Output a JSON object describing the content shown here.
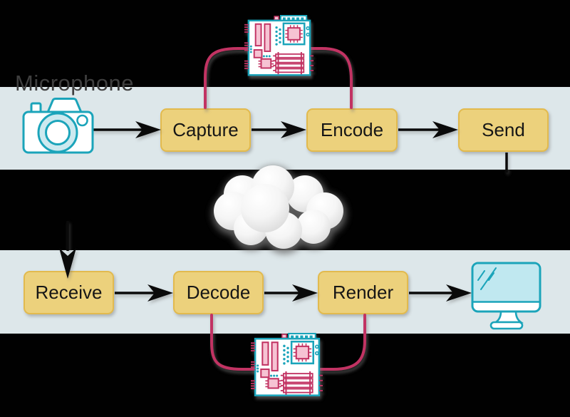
{
  "diagram": {
    "source_label": "Microphone",
    "top_row": [
      "Capture",
      "Encode",
      "Send"
    ],
    "bottom_row": [
      "Receive",
      "Decode",
      "Render"
    ],
    "icons": [
      "camera-icon",
      "circuit-board-icon-top",
      "cloud-icon",
      "circuit-board-icon-bottom",
      "monitor-icon"
    ]
  },
  "colors": {
    "background": "#010101",
    "band": "#dde7ea",
    "node_fill": "#ecd17c",
    "node_border": "#e2ba4e",
    "node_text": "#161616",
    "arrow": "#0a0a0a",
    "pink": "#c23363",
    "pink_fill_light": "#f6c3d3",
    "teal": "#1ba4ba",
    "teal_fill_light": "#c0e8f0",
    "lens_fill": "#cde9ef",
    "label_text": "#3f3f3f"
  }
}
